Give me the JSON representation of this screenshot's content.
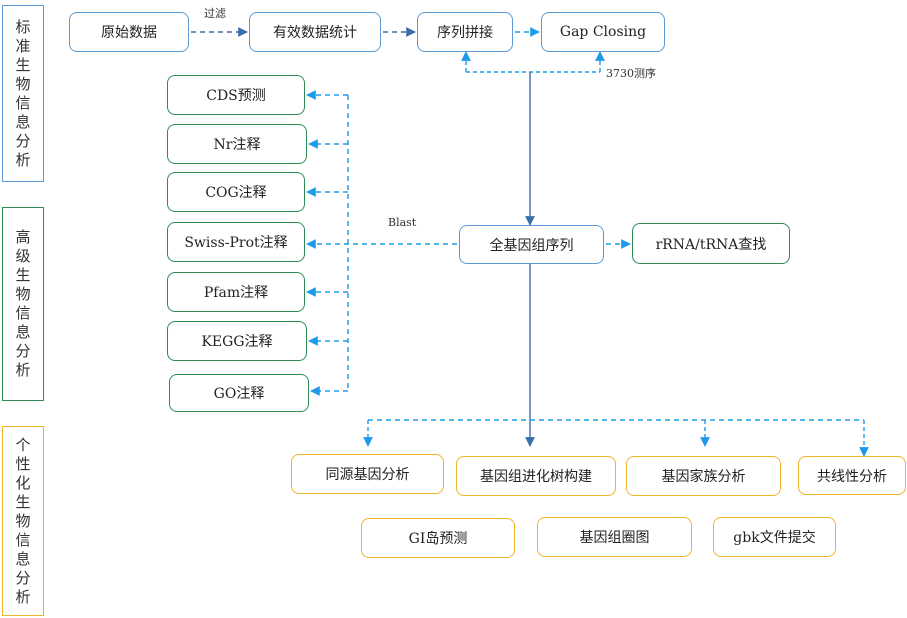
{
  "sections": {
    "standard": "标准生物信息分析",
    "advanced": "高级生物信息分析",
    "personalized": "个性化生物信息分析"
  },
  "pipeline": {
    "raw_data": "原始数据",
    "valid_stats": "有效数据统计",
    "assembly": "序列拼接",
    "gap_closing": "Gap Closing"
  },
  "edge_labels": {
    "filter": "过滤",
    "sequencing_3730": "3730测序",
    "blast": "Blast"
  },
  "genome": "全基因组序列",
  "rrna_trna": "rRNA/tRNA查找",
  "annotations": [
    "CDS预测",
    "Nr注释",
    "COG注释",
    "Swiss-Prot注释",
    "Pfam注释",
    "KEGG注释",
    "GO注释"
  ],
  "personalized_row1": [
    "同源基因分析",
    "基因组进化树构建",
    "基因家族分析",
    "共线性分析"
  ],
  "personalized_row2": [
    "GI岛预测",
    "基因组圈图",
    "gbk文件提交"
  ],
  "colors": {
    "arrow": "#1e9be8",
    "blue_border": "#5b9bd5",
    "green_border": "#2e8b57",
    "orange_border": "#f0b429"
  }
}
